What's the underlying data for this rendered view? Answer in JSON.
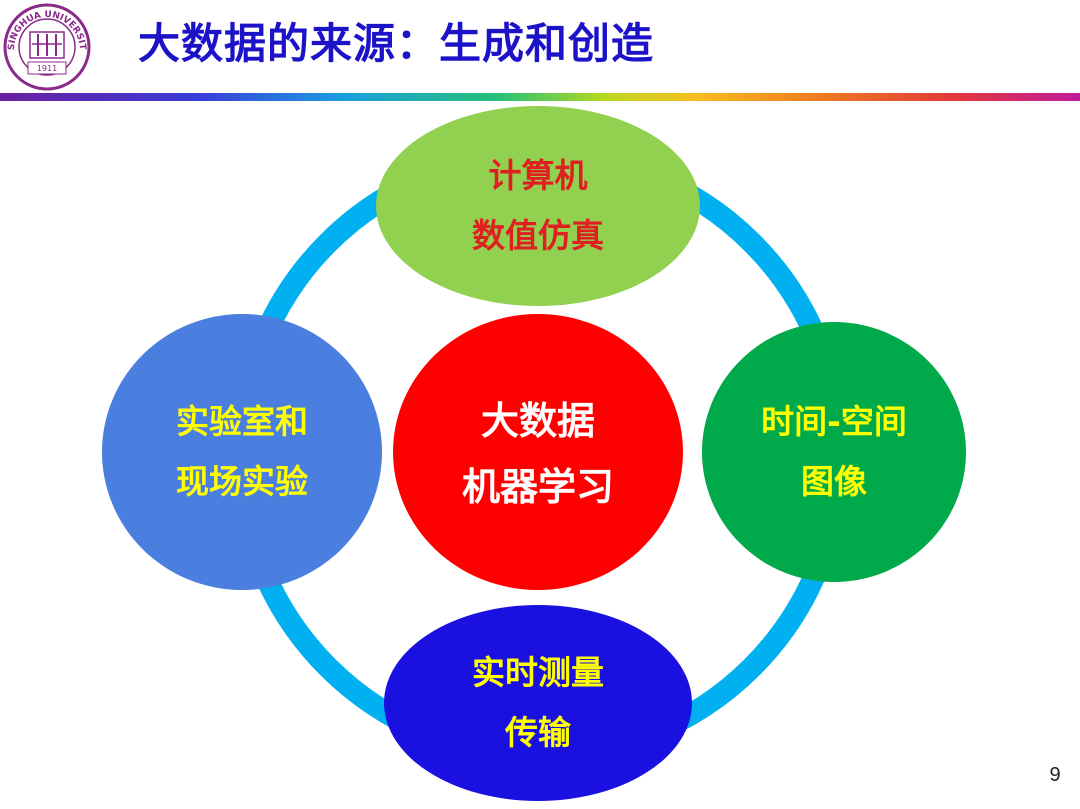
{
  "header": {
    "title": "大数据的来源：生成和创造"
  },
  "logo": {
    "icon": "tsinghua-university-seal-icon",
    "arc_text": "TSINGHUA UNIVERSITY",
    "year": "1911"
  },
  "diagram": {
    "center": {
      "line1": "大数据",
      "line2": "机器学习",
      "color": "#ff0000",
      "text_color": "#ffffff"
    },
    "top": {
      "line1": "计算机",
      "line2": "数值仿真",
      "color": "#92d050",
      "text_color": "#e02020"
    },
    "left": {
      "line1": "实验室和",
      "line2": "现场实验",
      "color": "#4a7fe0",
      "text_color": "#ffff00"
    },
    "right": {
      "line1": "时间-空间",
      "line2": "图像",
      "color": "#00a94a",
      "text_color": "#ffff00"
    },
    "bottom": {
      "line1": "实时测量",
      "line2": "传输",
      "color": "#1a10e0",
      "text_color": "#ffff00"
    },
    "ring_color": "#00b0f0"
  },
  "footer": {
    "page_number": "9"
  }
}
